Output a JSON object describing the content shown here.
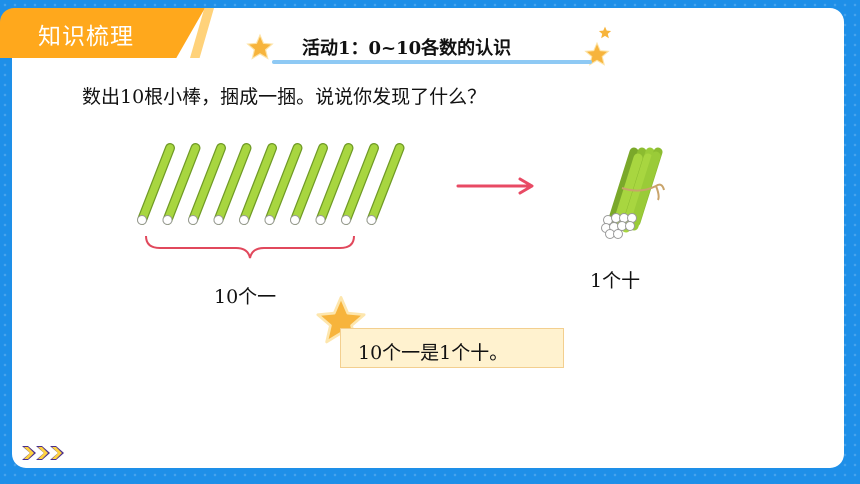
{
  "header": {
    "section_tab": "知识梳理"
  },
  "activity": {
    "title": "活动1：0~10各数的认识"
  },
  "question": "数出10根小棒，捆成一捆。说说你发现了什么？",
  "sticks_label": "10个一",
  "bundle_label": "1个十",
  "conclusion": "10个一是1个十。",
  "colors": {
    "background_blue": "#1e8fe8",
    "tab_orange": "#ffa81c",
    "stick_green": "#a8d640",
    "arrow_red": "#e84a64",
    "brace_red": "#e1485c",
    "star_orange": "#f7b43c",
    "conclusion_bg": "#fff2cf"
  },
  "icons": {
    "stars": "star-icon",
    "arrow": "right-arrow-icon",
    "nav": "triple-chevron-icon"
  }
}
